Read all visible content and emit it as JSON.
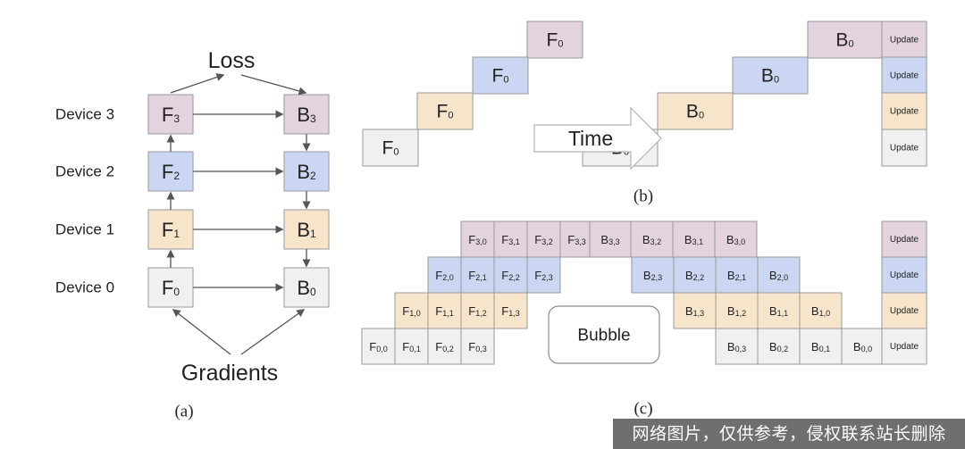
{
  "colors": {
    "device3": "#e3d3df",
    "device2": "#cad6f2",
    "device1": "#f6e5cb",
    "device0": "#f0f0f0",
    "border": "#9a9a9a",
    "arrow": "#555555"
  },
  "panel_a": {
    "caption": "(a)",
    "top_label": "Loss",
    "bottom_label": "Gradients",
    "devices": [
      {
        "label": "Device 3",
        "f": "F",
        "b": "B",
        "sub": "3",
        "color": "device3"
      },
      {
        "label": "Device 2",
        "f": "F",
        "b": "B",
        "sub": "2",
        "color": "device2"
      },
      {
        "label": "Device 1",
        "f": "F",
        "b": "B",
        "sub": "1",
        "color": "device1"
      },
      {
        "label": "Device 0",
        "f": "F",
        "b": "B",
        "sub": "0",
        "color": "device0"
      }
    ]
  },
  "panel_b": {
    "caption": "(b)",
    "time_label": "Time",
    "update_label": "Update",
    "forward": [
      {
        "row": 3,
        "main": "F",
        "sub": "0"
      },
      {
        "row": 2,
        "main": "F",
        "sub": "0"
      },
      {
        "row": 1,
        "main": "F",
        "sub": "0"
      },
      {
        "row": 0,
        "main": "F",
        "sub": "0"
      }
    ],
    "backward": [
      {
        "row": 0,
        "main": "B",
        "sub": "0"
      },
      {
        "row": 1,
        "main": "B",
        "sub": "0"
      },
      {
        "row": 2,
        "main": "B",
        "sub": "0"
      },
      {
        "row": 3,
        "main": "B",
        "sub": "0"
      }
    ]
  },
  "panel_c": {
    "caption": "(c)",
    "bubble_label": "Bubble",
    "update_label": "Update",
    "rows": [
      {
        "forward": [
          {
            "main": "F",
            "sub": "3,0"
          },
          {
            "main": "F",
            "sub": "3,1"
          },
          {
            "main": "F",
            "sub": "3,2"
          },
          {
            "main": "F",
            "sub": "3,3"
          }
        ],
        "backward": [
          {
            "main": "B",
            "sub": "3,3"
          },
          {
            "main": "B",
            "sub": "3,2"
          },
          {
            "main": "B",
            "sub": "3,1"
          },
          {
            "main": "B",
            "sub": "3,0"
          }
        ]
      },
      {
        "forward": [
          {
            "main": "F",
            "sub": "2,0"
          },
          {
            "main": "F",
            "sub": "2,1"
          },
          {
            "main": "F",
            "sub": "2,2"
          },
          {
            "main": "F",
            "sub": "2,3"
          }
        ],
        "backward": [
          {
            "main": "B",
            "sub": "2,3"
          },
          {
            "main": "B",
            "sub": "2,2"
          },
          {
            "main": "B",
            "sub": "2,1"
          },
          {
            "main": "B",
            "sub": "2,0"
          }
        ]
      },
      {
        "forward": [
          {
            "main": "F",
            "sub": "1,0"
          },
          {
            "main": "F",
            "sub": "1,1"
          },
          {
            "main": "F",
            "sub": "1,2"
          },
          {
            "main": "F",
            "sub": "1,3"
          }
        ],
        "backward": [
          {
            "main": "B",
            "sub": "1,3"
          },
          {
            "main": "B",
            "sub": "1,2"
          },
          {
            "main": "B",
            "sub": "1,1"
          },
          {
            "main": "B",
            "sub": "1,0"
          }
        ]
      },
      {
        "forward": [
          {
            "main": "F",
            "sub": "0,0"
          },
          {
            "main": "F",
            "sub": "0,1"
          },
          {
            "main": "F",
            "sub": "0,2"
          },
          {
            "main": "F",
            "sub": "0,3"
          }
        ],
        "backward": [
          {
            "main": "B",
            "sub": "0,3"
          },
          {
            "main": "B",
            "sub": "0,2"
          },
          {
            "main": "B",
            "sub": "0,1"
          },
          {
            "main": "B",
            "sub": "0,0"
          }
        ]
      }
    ]
  },
  "watermark": "网络图片，仅供参考，侵权联系站长删除"
}
